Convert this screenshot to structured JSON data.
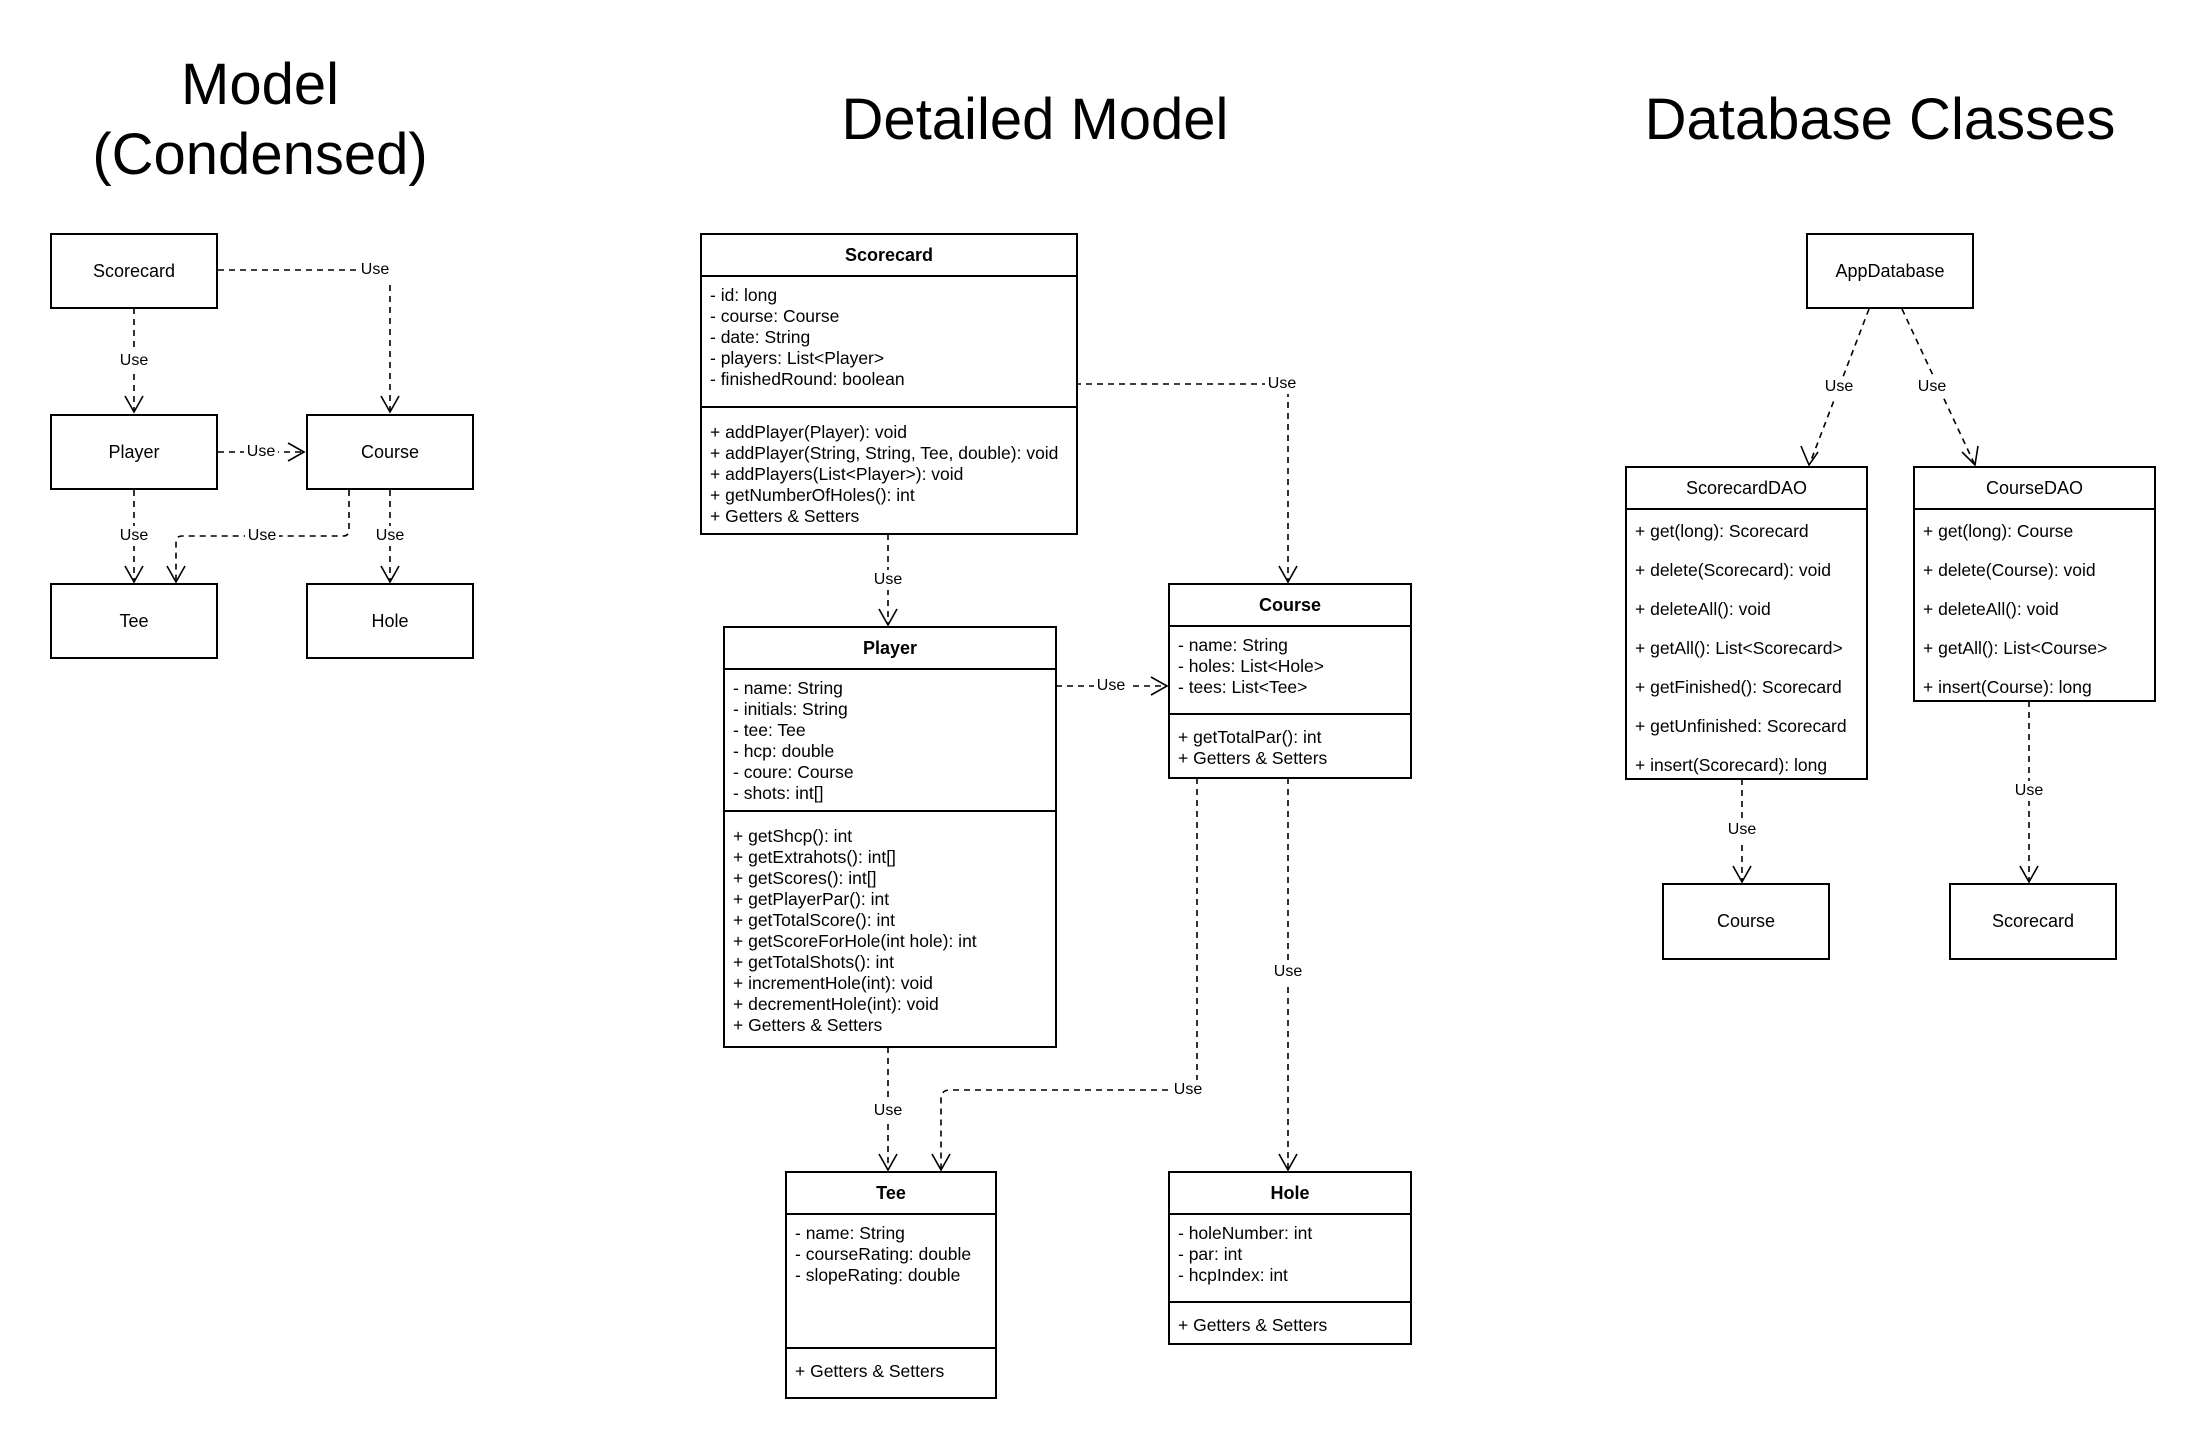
{
  "titles": {
    "condensed_line1": "Model",
    "condensed_line2": "(Condensed)",
    "detailed": "Detailed Model",
    "database": "Database Classes"
  },
  "edge_label": "Use",
  "condensed": {
    "scorecard": "Scorecard",
    "player": "Player",
    "course": "Course",
    "tee": "Tee",
    "hole": "Hole"
  },
  "detailed": {
    "scorecard": {
      "name": "Scorecard",
      "attributes": [
        "- id: long",
        "- course: Course",
        "- date: String",
        "- players: List<Player>",
        "- finishedRound: boolean"
      ],
      "methods": [
        "+ addPlayer(Player): void",
        "+ addPlayer(String, String, Tee, double): void",
        "+ addPlayers(List<Player>): void",
        "+ getNumberOfHoles(): int",
        "+ Getters & Setters"
      ]
    },
    "player": {
      "name": "Player",
      "attributes": [
        "- name: String",
        "- initials: String",
        "- tee: Tee",
        "- hcp: double",
        "- coure: Course",
        "- shots: int[]"
      ],
      "methods": [
        "+ getShcp(): int",
        "+ getExtrahots(): int[]",
        "+ getScores(): int[]",
        "+ getPlayerPar(): int",
        "+ getTotalScore(): int",
        "+ getScoreForHole(int hole): int",
        "+ getTotalShots(): int",
        "+ incrementHole(int): void",
        "+ decrementHole(int): void",
        "+ Getters & Setters"
      ]
    },
    "course": {
      "name": "Course",
      "attributes": [
        "- name: String",
        "- holes: List<Hole>",
        "- tees: List<Tee>"
      ],
      "methods": [
        "+ getTotalPar(): int",
        "+ Getters & Setters"
      ]
    },
    "tee": {
      "name": "Tee",
      "attributes": [
        "- name: String",
        "- courseRating: double",
        "- slopeRating: double"
      ],
      "methods": [
        "+ Getters & Setters"
      ]
    },
    "hole": {
      "name": "Hole",
      "attributes": [
        "- holeNumber: int",
        "- par: int",
        "- hcpIndex: int"
      ],
      "methods": [
        "+ Getters & Setters"
      ]
    }
  },
  "database": {
    "appdatabase": "AppDatabase",
    "scorecarddao": {
      "name": "ScorecardDAO",
      "methods": [
        "+ get(long): Scorecard",
        "+ delete(Scorecard): void",
        "+ deleteAll(): void",
        "+ getAll(): List<Scorecard>",
        "+ getFinished(): Scorecard",
        "+ getUnfinished: Scorecard",
        "+ insert(Scorecard): long"
      ]
    },
    "coursedao": {
      "name": "CourseDAO",
      "methods": [
        "+ get(long): Course",
        "+ delete(Course): void",
        "+ deleteAll(): void",
        "+ getAll(): List<Course>",
        "+ insert(Course): long"
      ]
    },
    "course": "Course",
    "scorecard": "Scorecard"
  }
}
